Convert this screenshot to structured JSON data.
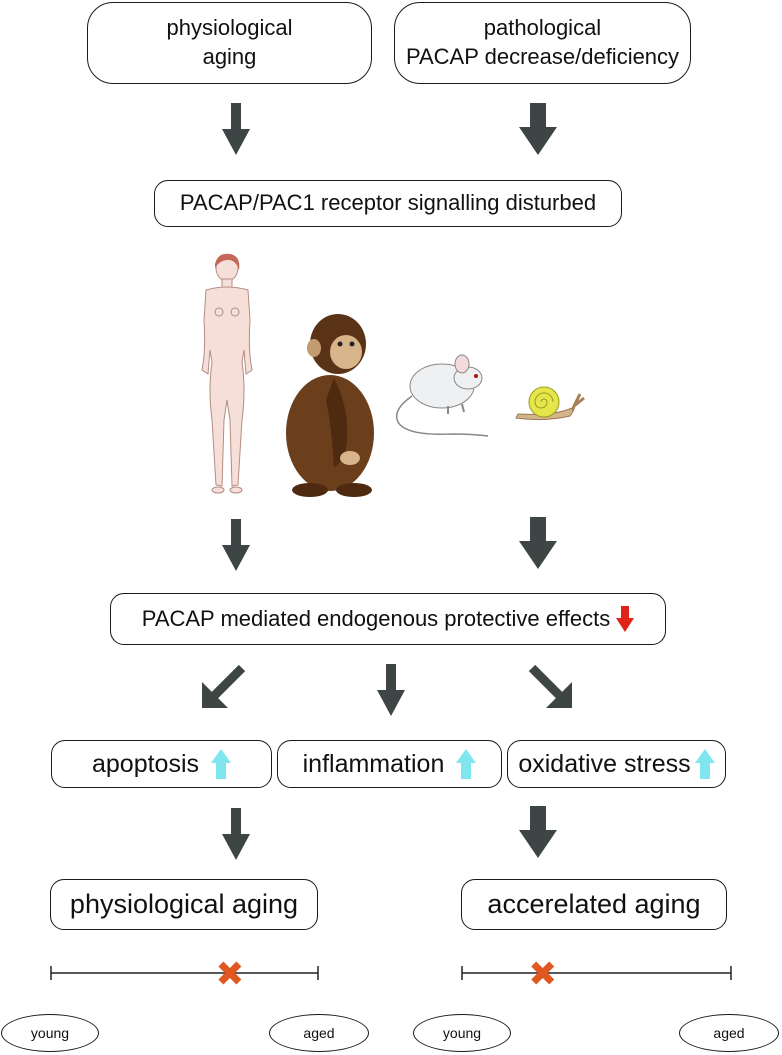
{
  "top_left_box": "physiological\naging",
  "top_right_box": "pathological\nPACAP decrease/deficiency",
  "signalling_box": "PACAP/PAC1 receptor signalling disturbed",
  "organisms": [
    "human",
    "chimpanzee",
    "mouse",
    "snail"
  ],
  "protective_box": "PACAP mediated endogenous protective effects",
  "effects": [
    {
      "label": "apoptosis"
    },
    {
      "label": "inflammation"
    },
    {
      "label": "oxidative stress"
    }
  ],
  "outcome_left": "physiological aging",
  "outcome_right": "accerelated aging",
  "scale_left": {
    "start": "young",
    "end": "aged",
    "marker_position": 0.67
  },
  "scale_right": {
    "start": "young",
    "end": "aged",
    "marker_position": 0.3
  },
  "colors": {
    "arrow": "#3d4644",
    "decrease_arrow": "#e02418",
    "increase_arrow": "#7fe6ef",
    "marker": "#e0581f",
    "skin": "#f6dfd8",
    "hair": "#c4685a",
    "chimp_fur": "#6b3e1c",
    "mouse": "#eef0f2",
    "snail_shell": "#e4e64a"
  }
}
